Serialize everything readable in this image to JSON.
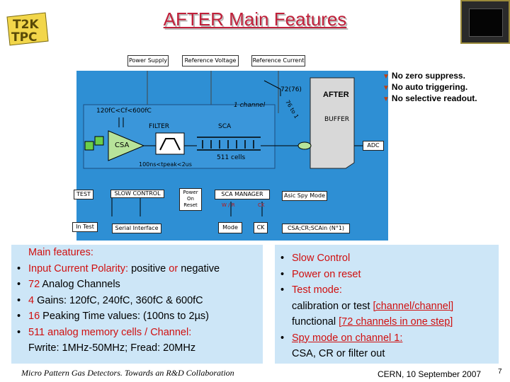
{
  "title": "AFTER Main Features",
  "logo": {
    "text": "T2K TPC"
  },
  "top_labels": {
    "power_supply": "Power Supply",
    "reference_voltage": "Reference Voltage",
    "reference_current": "Reference Current"
  },
  "diagram": {
    "channels_in": "72(76)",
    "channels_out": "76 to 1",
    "after_label": "AFTER",
    "one_channel": "1 channel",
    "gain_range": "120fC<Cf<600fC",
    "filter": "FILTER",
    "sca": "SCA",
    "csa": "CSA",
    "buffer": "BUFFER",
    "adc": "ADC",
    "cells": "511 cells",
    "peak_range": "100ns<tpeak<2us",
    "test": "TEST",
    "slow_control": "SLOW CONTROL",
    "power_on_reset": "Power On Reset",
    "sca_manager": "SCA MANAGER",
    "wr": "W / R",
    "ck_small": "CK",
    "asic_spy": "Asic Spy Mode",
    "in_test": "In Test",
    "serial_interface": "Serial Interface",
    "mode": "Mode",
    "ck": "CK",
    "spy_outputs": "CSA;CR;SCAin (N°1)"
  },
  "notes": [
    "No zero suppress.",
    "No auto triggering.",
    "No selective readout."
  ],
  "left_panel": {
    "heading": "Main features:",
    "items": [
      {
        "label": "Input Current Polarity:",
        "rest": " positive ",
        "or": "or",
        "rest2": " negative"
      },
      {
        "label": "72",
        "rest": " Analog Channels"
      },
      {
        "label": "4",
        "rest": " Gains: 120fC, 240fC, 360fC & 600fC"
      },
      {
        "label": "16",
        "rest": " Peaking Time values: (100ns to 2µs)"
      },
      {
        "label": "511 analog memory cells / Channel:",
        "rest": ""
      }
    ],
    "last_line": "Fwrite: 1MHz-50MHz; Fread: 20MHz"
  },
  "right_panel": {
    "items": [
      "Slow Control",
      "Power on reset",
      "Test mode:"
    ],
    "test_line1_a": "calibration or test ",
    "test_line1_b": "[channel/channel]",
    "test_line2_a": "functional ",
    "test_line2_b": "[72 channels in one step]",
    "spy": "Spy mode on channel 1:",
    "spy_line": "CSA, CR or filter out"
  },
  "footer": {
    "left": "Micro Pattern Gas Detectors. Towards an R&D Collaboration",
    "right": "CERN, 10 September 2007",
    "page": "7"
  },
  "colors": {
    "title": "#c0203a",
    "diagram_bg": "#2e8fd4",
    "panel_bg": "#cde6f7",
    "accent": "#d01010"
  }
}
